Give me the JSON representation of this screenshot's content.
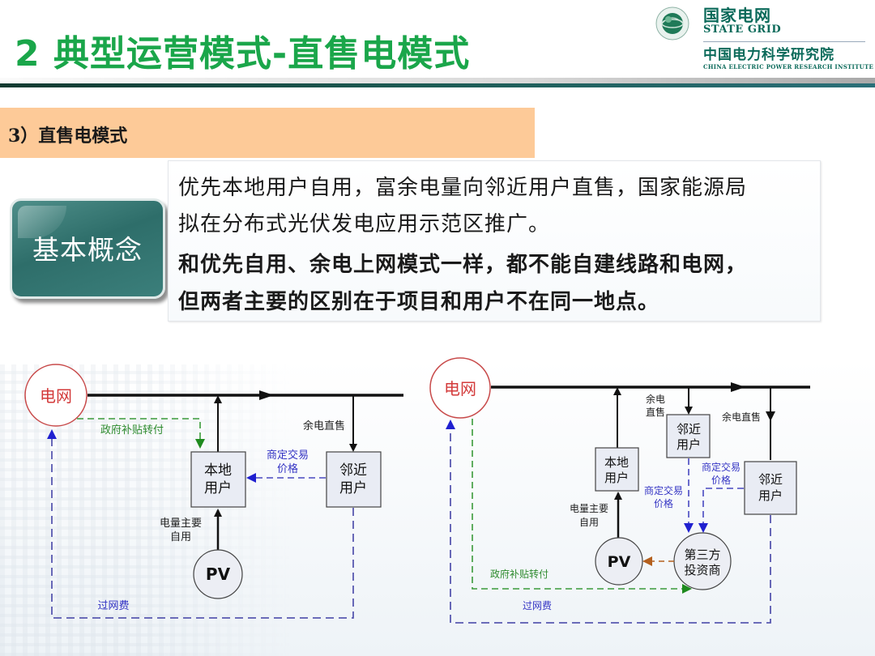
{
  "header": {
    "title": "2 典型运营模式-直售电模式",
    "logo": {
      "org_cn": "国家电网",
      "org_en": "STATE GRID",
      "institute_cn": "中国电力科学研究院",
      "institute_en": "CHINA ELECTRIC POWER RESEARCH INSTITUTE"
    }
  },
  "section": {
    "label": "3）直售电模式"
  },
  "concept": {
    "button_label": "基本概念",
    "lines": [
      "优先本地用户自用，富余电量向邻近用户直售，国家能源局",
      "拟在分布式光伏发电应用示范区推广。",
      "和优先自用、余电上网模式一样，都不能自建线路和电网，",
      "但两者主要的区别在于项目和用户不在同一地点。"
    ]
  },
  "colors": {
    "title_green": "#1aa64a",
    "section_bg": "#fdca98",
    "concept_teal": "#2e6e6a",
    "grid_red": "#d33a3a",
    "flow_green": "#2e8b2e",
    "flow_blue": "#3838c8",
    "flow_brown": "#b4601e"
  },
  "diagram_left": {
    "nodes": {
      "grid": "电网",
      "local_user": [
        "本地",
        "用户"
      ],
      "neighbor_user": [
        "邻近",
        "用户"
      ],
      "pv": "PV"
    },
    "labels": {
      "subsidy": "政府补贴转付",
      "surplus_sale": "余电直售",
      "price": [
        "商定交易",
        "价格"
      ],
      "self_use": [
        "电量主要",
        "自用"
      ],
      "wheeling_fee": "过网费"
    }
  },
  "diagram_right": {
    "nodes": {
      "grid": "电网",
      "local_user": [
        "本地",
        "用户"
      ],
      "neighbor_user_1": [
        "邻近",
        "用户"
      ],
      "neighbor_user_2": [
        "邻近",
        "用户"
      ],
      "pv": "PV",
      "investor": [
        "第三方",
        "投资商"
      ]
    },
    "labels": {
      "surplus_sale_1": [
        "余电",
        "直售"
      ],
      "surplus_sale_2": "余电直售",
      "price_1": [
        "商定交易",
        "价格"
      ],
      "price_2": [
        "商定交易",
        "价格"
      ],
      "self_use": [
        "电量主要",
        "自用"
      ],
      "subsidy": "政府补贴转付",
      "wheeling_fee": "过网费"
    }
  }
}
